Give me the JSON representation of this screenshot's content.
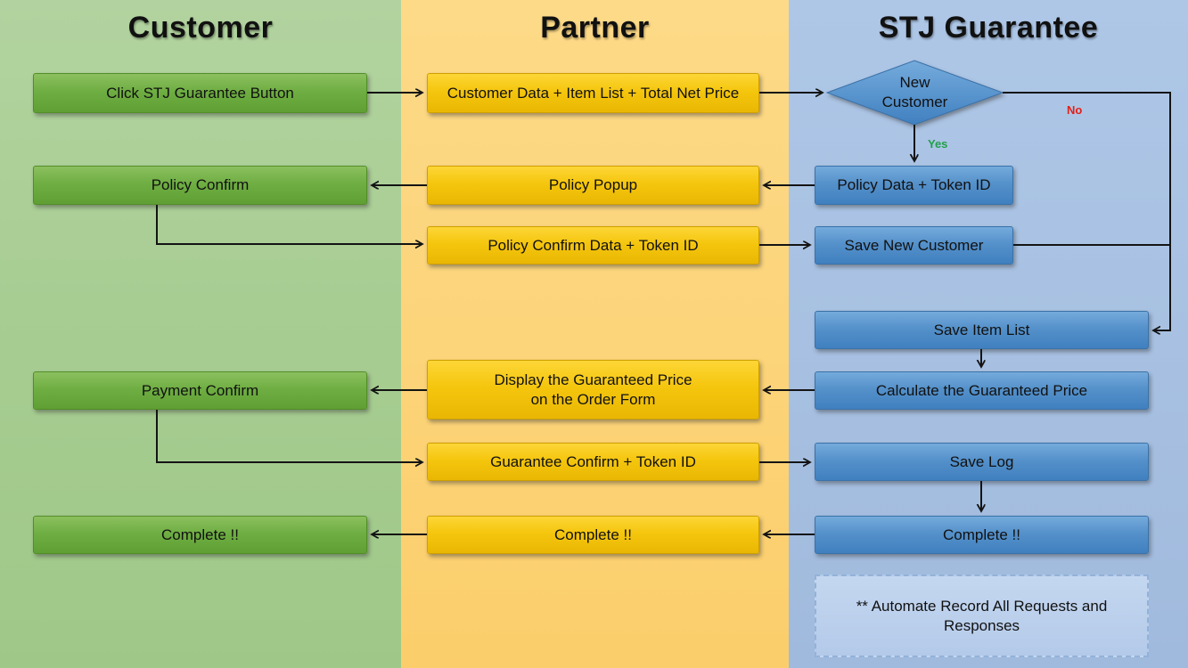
{
  "lanes": {
    "customer": {
      "title": "Customer"
    },
    "partner": {
      "title": "Partner"
    },
    "stj": {
      "title": "STJ Guarantee"
    }
  },
  "nodes": {
    "click_stj_button": "Click STJ Guarantee Button",
    "policy_confirm": "Policy Confirm",
    "payment_confirm": "Payment Confirm",
    "customer_complete": "Complete !!",
    "customer_data_item_list": "Customer Data + Item List + Total Net Price",
    "policy_popup": "Policy Popup",
    "policy_confirm_data": "Policy Confirm Data + Token ID",
    "display_guaranteed_price": "Display the Guaranteed Price\non the Order Form",
    "guarantee_confirm": "Guarantee Confirm + Token ID",
    "partner_complete": "Complete !!",
    "new_customer_decision": "New\nCustomer",
    "policy_data_token": "Policy Data + Token ID",
    "save_new_customer": "Save New Customer",
    "save_item_list": "Save Item List",
    "calculate_guaranteed_price": "Calculate the Guaranteed Price",
    "save_log": "Save Log",
    "stj_complete": "Complete !!",
    "automate_note": "** Automate Record All Requests and\nResponses"
  },
  "edge_labels": {
    "yes": "Yes",
    "no": "No"
  },
  "colors": {
    "customer_lane": "#aacd96",
    "partner_lane": "#fcd47c",
    "stj_lane": "#a8c2e3",
    "customer_node": "#6fae43",
    "partner_node": "#f5c60e",
    "stj_node": "#5591ca",
    "note_fill": "#bcd0ec",
    "yes_label": "#21a04a",
    "no_label": "#e32119",
    "arrow": "#141414"
  }
}
